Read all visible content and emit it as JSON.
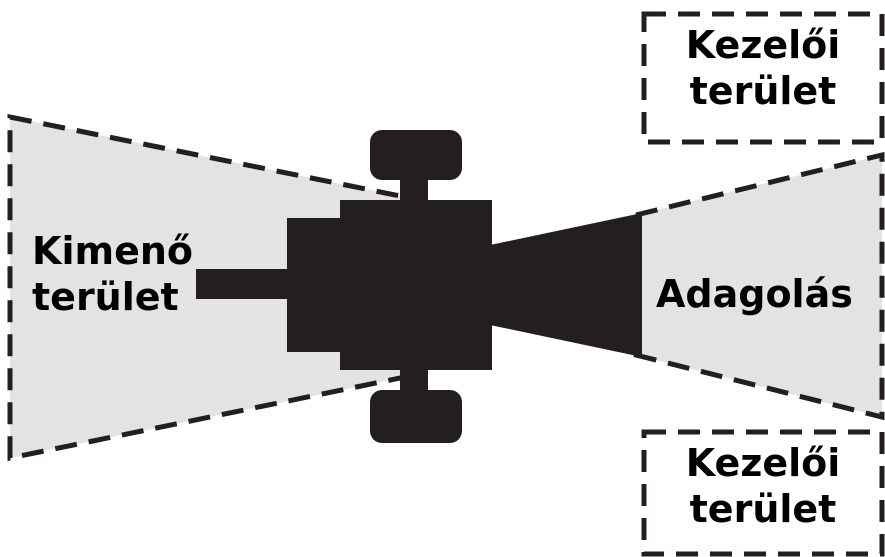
{
  "labels": {
    "output_area": [
      "Kimenő",
      "terület"
    ],
    "feeding": "Adagolás",
    "operator_area_top": [
      "Kezelői",
      "terület"
    ],
    "operator_area_bottom": [
      "Kezelői",
      "terület"
    ]
  },
  "colors": {
    "zone_fill": "#e3e3e3",
    "machine": "#231f20",
    "stroke": "#231f20"
  }
}
